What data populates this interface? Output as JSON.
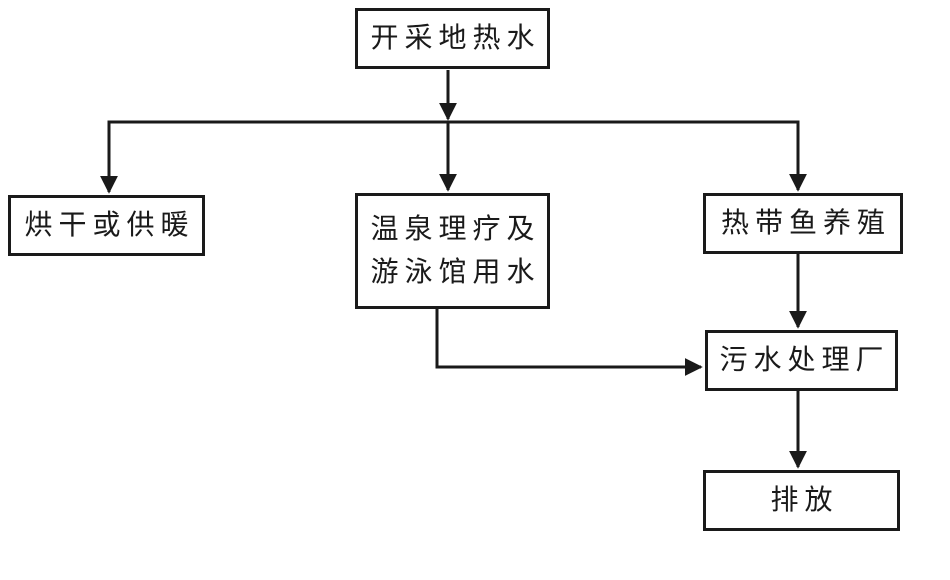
{
  "diagram": {
    "colors": {
      "line": "#1a1a1a",
      "background": "#ffffff",
      "text": "#1a1a1a"
    },
    "nodes": {
      "source": {
        "label": "开采地热水"
      },
      "drying": {
        "label": "烘干或供暖"
      },
      "spa": {
        "lines": [
          "温泉理疗及",
          "游泳馆用水"
        ]
      },
      "fish": {
        "label": "热带鱼养殖"
      },
      "sewage": {
        "label": "污水处理厂"
      },
      "discharge": {
        "label": "排放"
      }
    },
    "edges": [
      {
        "from": "source",
        "to": "distribution-junction"
      },
      {
        "from": "distribution-junction",
        "to": "drying"
      },
      {
        "from": "distribution-junction",
        "to": "spa"
      },
      {
        "from": "distribution-junction",
        "to": "fish"
      },
      {
        "from": "spa",
        "to": "sewage"
      },
      {
        "from": "fish",
        "to": "sewage"
      },
      {
        "from": "sewage",
        "to": "discharge"
      }
    ]
  }
}
